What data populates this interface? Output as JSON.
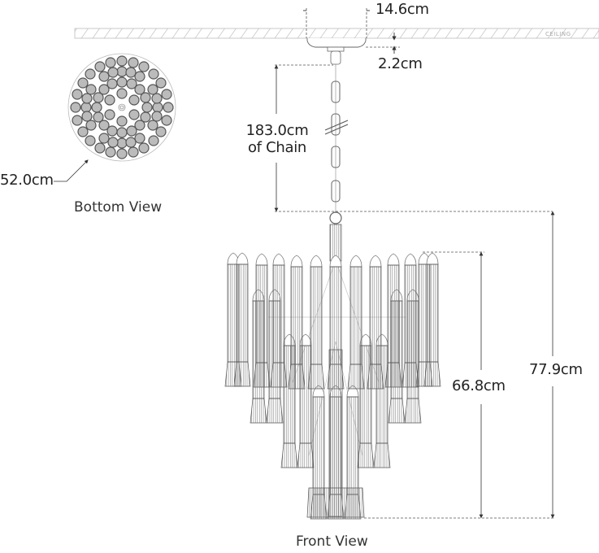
{
  "diagram": {
    "type": "product dimension drawing",
    "subject": "tiered glass-tube chandelier",
    "ceiling_label": "CEILING",
    "views": {
      "bottom": {
        "title": "Bottom View",
        "diameter_label": "52.0cm"
      },
      "front": {
        "title": "Front View"
      }
    },
    "dimensions": {
      "canopy_width": "14.6cm",
      "canopy_height": "2.2cm",
      "chain_length_value": "183.0cm",
      "chain_length_suffix": "of Chain",
      "body_height": "66.8cm",
      "overall_height": "77.9cm"
    },
    "colors": {
      "line": "#555555",
      "light_line": "#999999",
      "dim_line": "#444444",
      "text": "#222222"
    }
  }
}
